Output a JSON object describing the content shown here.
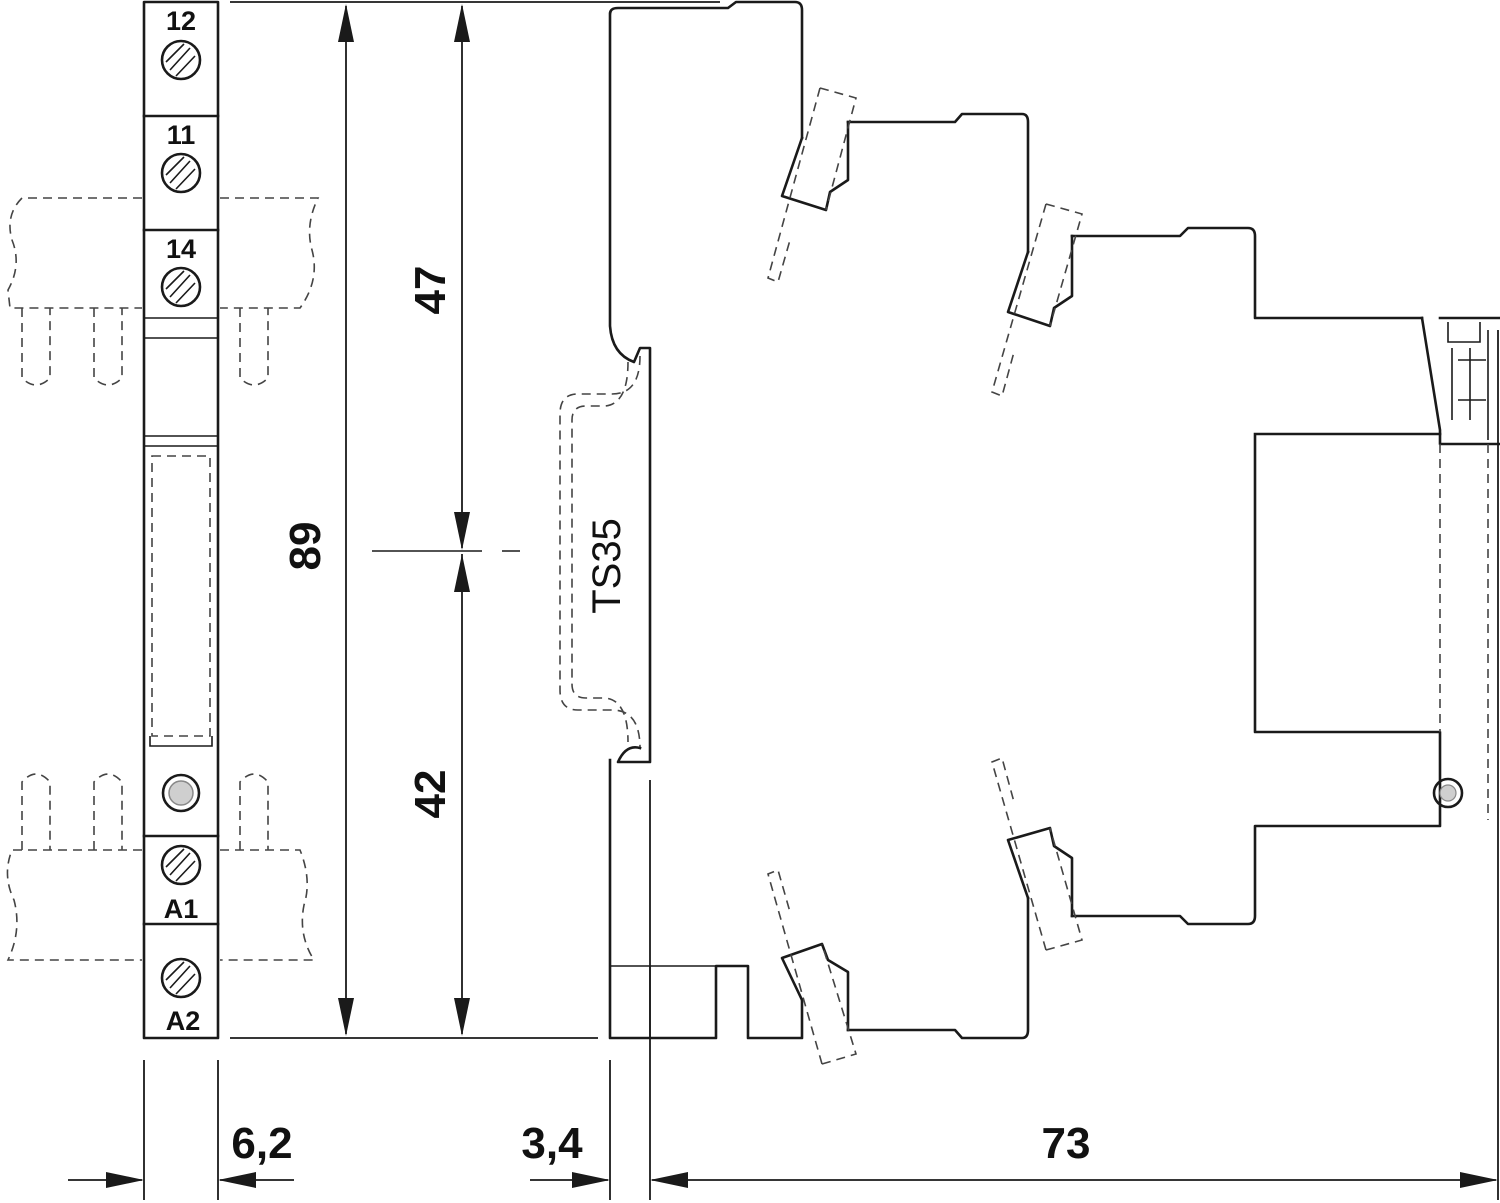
{
  "terminals": {
    "t12": "12",
    "t11": "11",
    "t14": "14",
    "a1": "A1",
    "a2": "A2"
  },
  "rail_label": "TS35",
  "dimensions": {
    "height_total": "89",
    "height_upper": "47",
    "height_lower": "42",
    "width_module": "6,2",
    "rail_depth": "3,4",
    "depth_total": "73"
  }
}
